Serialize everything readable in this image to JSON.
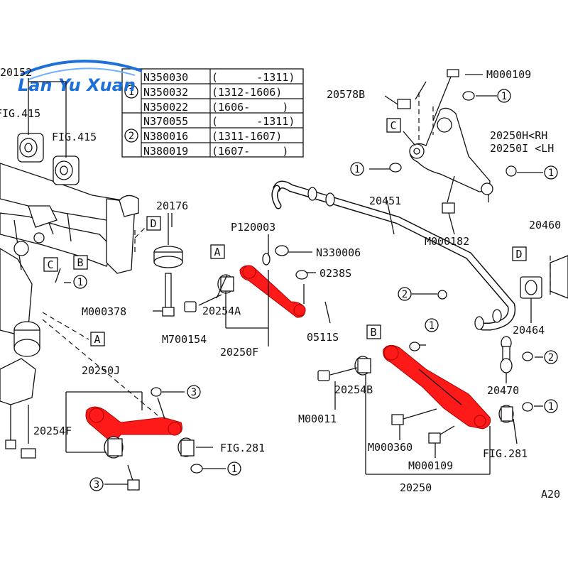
{
  "watermark": "Lan Yu Xuan",
  "diagram_code": "A20",
  "legend": {
    "group1": {
      "marker": "1",
      "rows": [
        {
          "part": "N350030",
          "range": "(      -1311)"
        },
        {
          "part": "N350032",
          "range": "(1312-1606)"
        },
        {
          "part": "N350022",
          "range": "(1606-     )"
        }
      ]
    },
    "group2": {
      "marker": "2",
      "rows": [
        {
          "part": "N370055",
          "range": "(      -1311)"
        },
        {
          "part": "N380016",
          "range": "(1311-1607)"
        },
        {
          "part": "N380019",
          "range": "(1607-     )"
        }
      ]
    }
  },
  "labels": {
    "l20152": "20152",
    "fig415a": "FIG.415",
    "fig415b": "FIG.415",
    "l20176": "20176",
    "l20578b": "20578B",
    "m000109_top": "M000109",
    "l20250h": "20250H<RH",
    "l20250i": "20250I <LH",
    "m000182": "M000182",
    "l20451": "20451",
    "l2046": "20460",
    "p120003": "P120003",
    "n330006": "N330006",
    "l0238s": "0238S",
    "m000378": "M000378",
    "l20254a": "20254A",
    "m700154": "M700154",
    "l20250f": "20250F",
    "l0511s": "0511S",
    "l20464": "20464",
    "l20250j": "20250J",
    "l20254f": "20254F",
    "fig281a": "FIG.281",
    "l20254b": "20254B",
    "m00011": "M00011",
    "l20470": "20470",
    "m000360": "M000360",
    "m000109_bot": "M000109",
    "fig281b": "FIG.281",
    "l20250": "20250"
  },
  "callouts": {
    "A": "A",
    "B": "B",
    "C": "C",
    "D": "D"
  },
  "circled": {
    "one": "1",
    "two": "2",
    "three": "3"
  },
  "colors": {
    "highlight": "#ff1a1a",
    "watermark": "#1e6fd9"
  }
}
